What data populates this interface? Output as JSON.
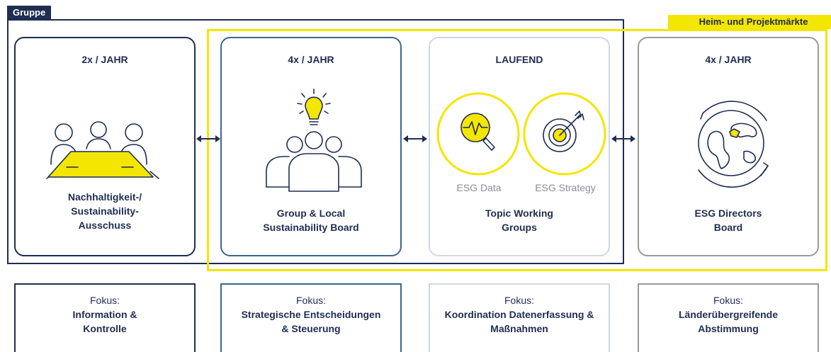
{
  "groups": {
    "gruppe": "Gruppe",
    "heim": "Heim- und Projektmärkte"
  },
  "colors": {
    "navy": "#1f2d52",
    "blue": "#3e6590",
    "light": "#cfd8e6",
    "gray": "#9a9a9a",
    "yellow": "#f3e600"
  },
  "cards": [
    {
      "frequency": "2x / JAHR",
      "title": [
        "Nachhaltigkeit-/",
        "Sustainability-",
        "Ausschuss"
      ],
      "icon": "meeting-table-icon"
    },
    {
      "frequency": "4x / JAHR",
      "title": [
        "Group & Local",
        "Sustainability Board"
      ],
      "icon": "idea-team-icon"
    },
    {
      "frequency": "LAUFEND",
      "title": [
        "Topic Working",
        "Groups"
      ],
      "icon": "working-groups-icon",
      "subgroups": [
        "ESG Data",
        "ESG Strategy"
      ]
    },
    {
      "frequency": "4x / JAHR",
      "title": [
        "ESG Directors",
        "Board"
      ],
      "icon": "globe-icon"
    }
  ],
  "focus": [
    {
      "label": "Fokus:",
      "text": [
        "Information &",
        "Kontrolle"
      ]
    },
    {
      "label": "Fokus:",
      "text": [
        "Strategische Entscheidungen",
        "& Steuerung"
      ]
    },
    {
      "label": "Fokus:",
      "text": [
        "Koordination Datenerfassung &",
        "Maßnahmen"
      ]
    },
    {
      "label": "Fokus:",
      "text": [
        "Länderübergreifende",
        "Abstimmung"
      ]
    }
  ]
}
